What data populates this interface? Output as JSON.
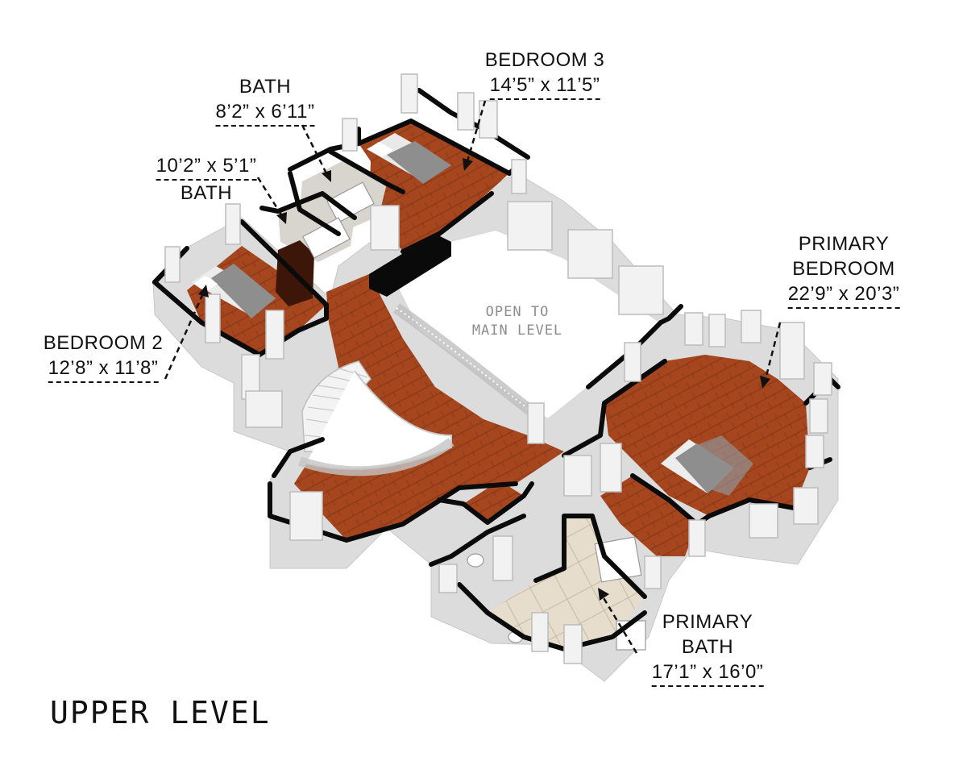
{
  "level_title": "UPPER LEVEL",
  "open_to": [
    "OPEN TO",
    "MAIN LEVEL"
  ],
  "rooms": {
    "bedroom3": {
      "name": "BEDROOM 3",
      "dims": "14’5” x 11’5”"
    },
    "bath1": {
      "name": "BATH",
      "dims": "8’2” x 6’11”"
    },
    "bath2": {
      "name": "BATH",
      "dims": "10’2” x 5’1”"
    },
    "primary_bedroom": {
      "name_line1": "PRIMARY",
      "name_line2": "BEDROOM",
      "dims": "22’9” x 20’3”"
    },
    "bedroom2": {
      "name": "BEDROOM 2",
      "dims": "12’8” x 11’8”"
    },
    "primary_bath": {
      "name_line1": "PRIMARY",
      "name_line2": "BATH",
      "dims": "17’1” x 16’0”"
    }
  },
  "colors": {
    "wood_floor": "#a5461f",
    "wood_dark": "#7b2c10",
    "tile_floor": "#e6dccb",
    "wall": "#e3e3e3",
    "wall_top": "#0c0c0c",
    "bed_cover": "#8e8e8e"
  }
}
